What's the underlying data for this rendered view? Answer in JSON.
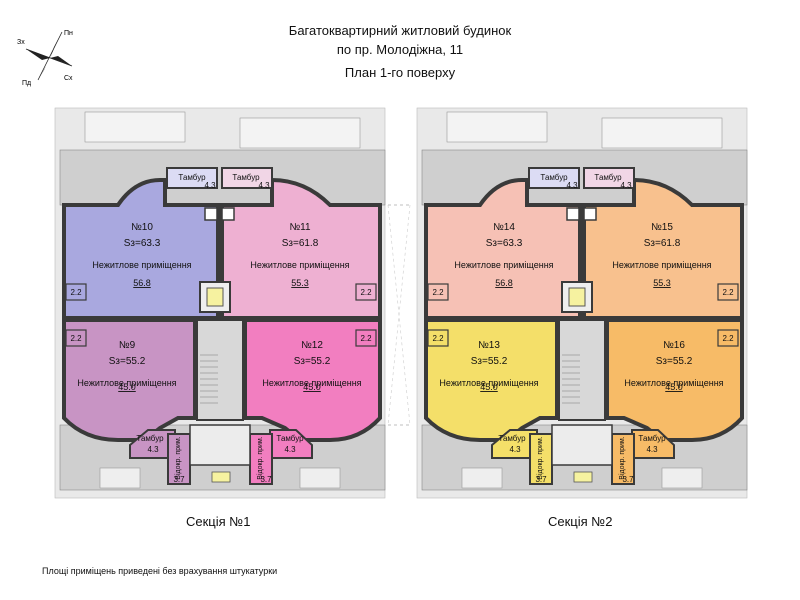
{
  "header": {
    "line1": "Багатоквартирний житловий будинок",
    "line2": "по пр. Молодіжна, 11",
    "line3": "План 1-го поверху"
  },
  "compass": {
    "n": "Пн",
    "e": "Сх",
    "s": "Пд",
    "w": "Зх"
  },
  "colors": {
    "wall": "#3a3a3a",
    "terrace": "#cfcfcf",
    "stair": "#d8d8d8",
    "n10": "#a9a8df",
    "n11": "#eeb0d2",
    "n9": "#c894c4",
    "n12": "#f27ec0",
    "n14": "#f6c1b5",
    "n15": "#f8c18e",
    "n13": "#f4df69",
    "n16": "#f7bb67"
  },
  "sections": [
    {
      "name": "Секція №1",
      "apartments": [
        {
          "num": "№10",
          "area": "Sз=63.3",
          "usage": "Нежитлове приміщення",
          "value": "56.8",
          "wc": "2.2"
        },
        {
          "num": "№11",
          "area": "Sз=61.8",
          "usage": "Нежитлове приміщення",
          "value": "55.3",
          "wc": "2.2"
        },
        {
          "num": "№9",
          "area": "Sз=55.2",
          "usage": "Нежитлове приміщення",
          "value": "45.0",
          "wc": "2.2"
        },
        {
          "num": "№12",
          "area": "Sз=55.2",
          "usage": "Нежитлове приміщення",
          "value": "45.0",
          "wc": "2.2"
        }
      ],
      "tambur_top": [
        {
          "label": "Тамбур",
          "value": "4.3"
        },
        {
          "label": "Тамбур",
          "value": "4.3"
        }
      ],
      "tambur_bottom": [
        {
          "label": "Тамбур",
          "value": "4.3"
        },
        {
          "label": "Тамбур",
          "value": "4.3"
        }
      ],
      "vidokr": [
        {
          "label": "Відокр. прим.",
          "value": "3.7"
        },
        {
          "label": "Відокр. прим.",
          "value": "3.7"
        }
      ]
    },
    {
      "name": "Секція №2",
      "apartments": [
        {
          "num": "№14",
          "area": "Sз=63.3",
          "usage": "Нежитлове приміщення",
          "value": "56.8",
          "wc": "2.2"
        },
        {
          "num": "№15",
          "area": "Sз=61.8",
          "usage": "Нежитлове приміщення",
          "value": "55.3",
          "wc": "2.2"
        },
        {
          "num": "№13",
          "area": "Sз=55.2",
          "usage": "Нежитлове приміщення",
          "value": "45.0",
          "wc": "2.2"
        },
        {
          "num": "№16",
          "area": "Sз=55.2",
          "usage": "Нежитлове приміщення",
          "value": "45.0",
          "wc": "2.2"
        }
      ],
      "tambur_top": [
        {
          "label": "Тамбур",
          "value": "4.3"
        },
        {
          "label": "Тамбур",
          "value": "4.3"
        }
      ],
      "tambur_bottom": [
        {
          "label": "Тамбур",
          "value": "4.3"
        },
        {
          "label": "Тамбур",
          "value": "4.3"
        }
      ],
      "vidokr": [
        {
          "label": "Відокр. прим.",
          "value": "3.7"
        },
        {
          "label": "Відокр. прим.",
          "value": "3.7"
        }
      ]
    }
  ],
  "footnote": "Площі приміщень приведені без врахування штукатурки"
}
